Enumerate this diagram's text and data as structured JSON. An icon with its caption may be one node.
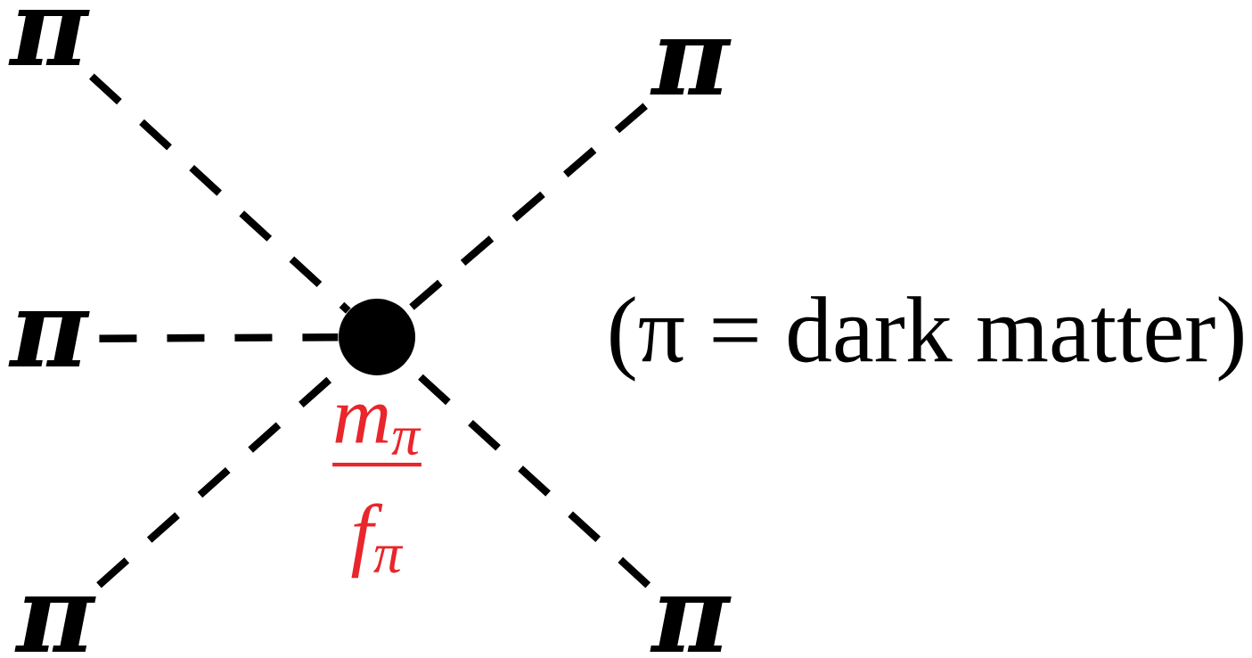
{
  "diagram": {
    "nodes": [
      {
        "text": [
          "π"
        ]
      },
      {
        "text": [
          "π"
        ]
      },
      {
        "text": [
          "π"
        ]
      },
      {
        "text": [
          "π"
        ]
      },
      {
        "text": [
          "π"
        ]
      },
      {
        "text": [],
        "shape": "circle",
        "beside": [
          "m$_{π}$",
          "f$_{π}$"
        ]
      }
    ],
    "edges": [
      {
        "from": 0,
        "to": 5,
        "arrow": "none",
        "style": "dashed"
      },
      {
        "from": 1,
        "to": 5,
        "arrow": "none",
        "style": "dashed"
      },
      {
        "from": 2,
        "to": 5,
        "arrow": "none",
        "style": "dashed"
      },
      {
        "from": 3,
        "to": 5,
        "arrow": "none",
        "style": "dashed"
      },
      {
        "from": 4,
        "to": 5,
        "arrow": "none",
        "style": "dashed"
      }
    ],
    "labels": [
      "(π = dark matter)"
    ]
  }
}
